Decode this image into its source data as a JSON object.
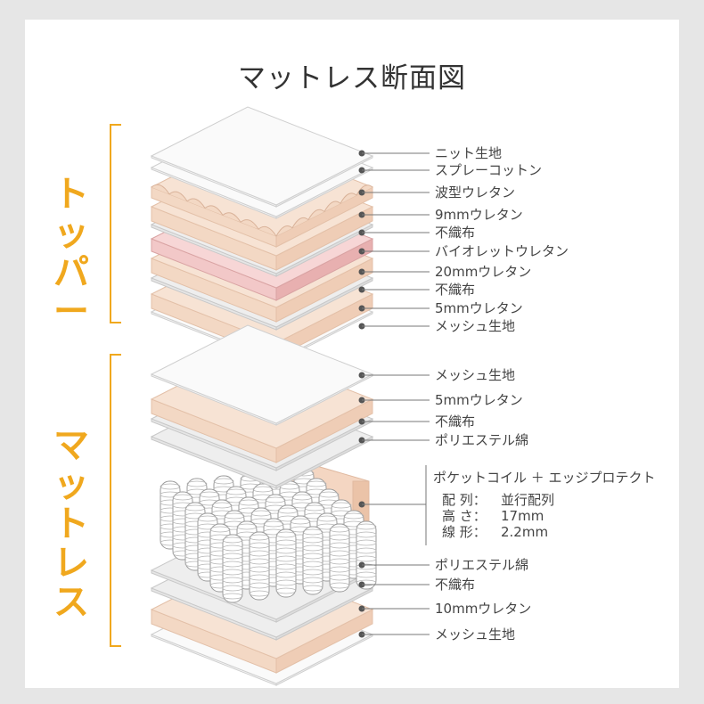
{
  "title": "マットレス断面図",
  "colors": {
    "accent": "#f0a81e",
    "urethane": "#f7e3d4",
    "urethane_side": "#efcdb6",
    "violet": "#f2c8c8",
    "fabric": "#eeeeee",
    "mesh": "#fafafa"
  },
  "sections": {
    "topper": {
      "label": [
        "ト",
        "ッ",
        "パ",
        "ー"
      ]
    },
    "mattress": {
      "label": [
        "マ",
        "ッ",
        "ト",
        "レ",
        "ス"
      ]
    }
  },
  "topper_layers": [
    {
      "name": "ニット生地",
      "kind": "mesh"
    },
    {
      "name": "スプレーコットン",
      "kind": "mesh"
    },
    {
      "name": "波型ウレタン",
      "kind": "wave"
    },
    {
      "name": "9mmウレタン",
      "kind": "urethane"
    },
    {
      "name": "不織布",
      "kind": "fabric"
    },
    {
      "name": "バイオレットウレタン",
      "kind": "violet"
    },
    {
      "name": "20mmウレタン",
      "kind": "urethane"
    },
    {
      "name": "不織布",
      "kind": "fabric"
    },
    {
      "name": "5mmウレタン",
      "kind": "urethane"
    },
    {
      "name": "メッシュ生地",
      "kind": "mesh"
    }
  ],
  "mattress_layers": [
    {
      "name": "メッシュ生地",
      "kind": "mesh"
    },
    {
      "name": "5mmウレタン",
      "kind": "urethane"
    },
    {
      "name": "不織布",
      "kind": "fabric"
    },
    {
      "name": "ポリエステル綿",
      "kind": "fabric"
    },
    {
      "name": "ポケットコイル ＋ エッジプロテクト",
      "kind": "coil"
    },
    {
      "name": "ポリエステル綿",
      "kind": "fabric"
    },
    {
      "name": "不織布",
      "kind": "fabric"
    },
    {
      "name": "10mmウレタン",
      "kind": "urethane"
    },
    {
      "name": "メッシュ生地",
      "kind": "mesh"
    }
  ],
  "coil_specs": [
    {
      "key": "配 列：",
      "value": "並行配列"
    },
    {
      "key": "高 さ：",
      "value": "17mm"
    },
    {
      "key": "線 形：",
      "value": "2.2mm"
    }
  ]
}
